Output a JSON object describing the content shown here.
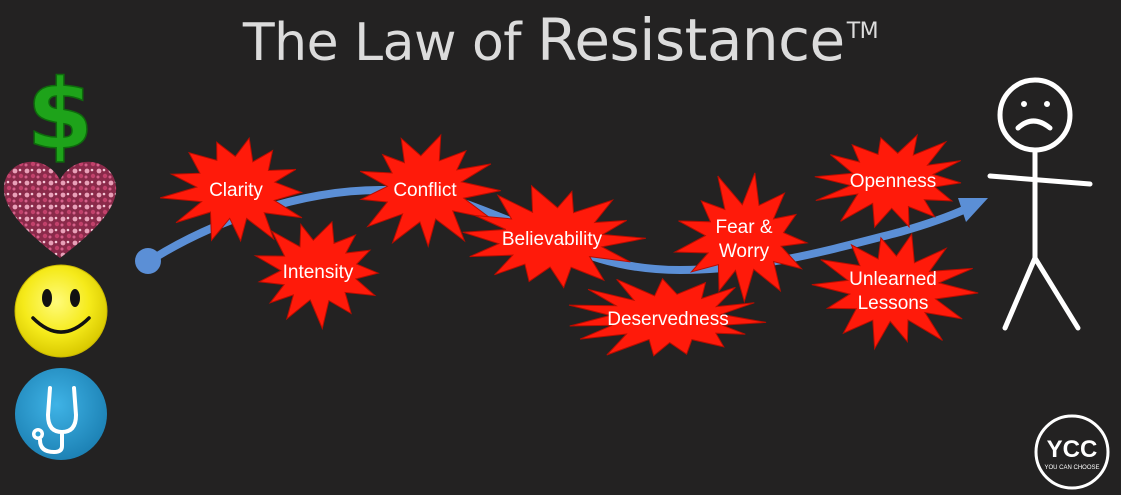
{
  "title": {
    "prefix": "The Law of ",
    "main": "Resistance",
    "mark": "TM"
  },
  "side_icons": [
    "dollar-icon",
    "heart-icon",
    "smiley-icon",
    "stethoscope-icon"
  ],
  "colors": {
    "background": "#232222",
    "burst": "#ff1a0a",
    "arrow": "#5b8fd6",
    "dollar": "#1ea31a",
    "smiley": "#f5ea1a",
    "stethoscope": "#2a9fd3"
  },
  "bursts": [
    {
      "id": "clarity",
      "lines": [
        "Clarity"
      ]
    },
    {
      "id": "intensity",
      "lines": [
        "Intensity"
      ]
    },
    {
      "id": "conflict",
      "lines": [
        "Conflict"
      ]
    },
    {
      "id": "believability",
      "lines": [
        "Believability"
      ]
    },
    {
      "id": "deservedness",
      "lines": [
        "Deservedness"
      ]
    },
    {
      "id": "fear-worry",
      "lines": [
        "Fear &",
        "Worry"
      ]
    },
    {
      "id": "openness",
      "lines": [
        "Openness"
      ]
    },
    {
      "id": "unlearned-lessons",
      "lines": [
        "Unlearned",
        "Lessons"
      ]
    }
  ],
  "logo": {
    "main": "YCC",
    "sub": "YOU CAN CHOOSE"
  }
}
